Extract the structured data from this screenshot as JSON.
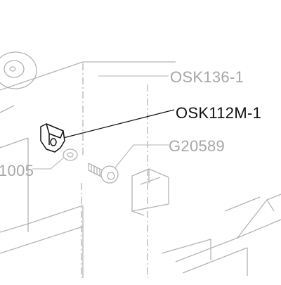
{
  "diagram": {
    "callouts": [
      {
        "id": "osk136",
        "label": "OSK136-1",
        "highlighted": false
      },
      {
        "id": "osk112m",
        "label": "OSK112M-1",
        "highlighted": true
      },
      {
        "id": "g20589",
        "label": "G20589",
        "highlighted": false
      },
      {
        "id": "left-partial",
        "label": "1005",
        "highlighted": false
      }
    ],
    "colors": {
      "background": "#ffffff",
      "faded_line": "#b3b3b3",
      "highlight_line": "#111111",
      "faded_text": "#a6a6a6"
    }
  }
}
